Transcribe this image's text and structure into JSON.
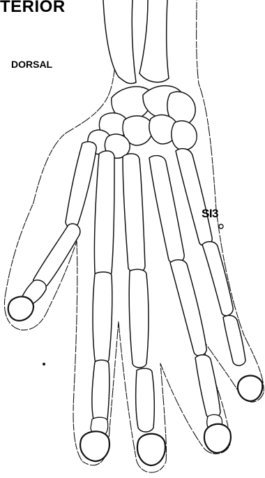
{
  "diagram": {
    "title": "TERIOR",
    "view_label": "DORSAL",
    "point_label": "SI3"
  },
  "colors": {
    "ink": "#111111",
    "paper": "#ffffff"
  }
}
